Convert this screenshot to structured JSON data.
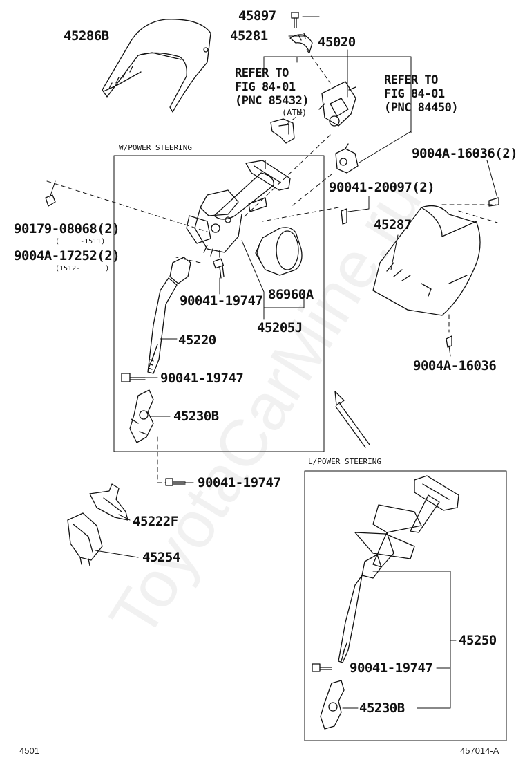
{
  "labels": {
    "p45897": "45897",
    "p45281": "45281",
    "p45286b": "45286B",
    "p45020": "45020",
    "refer_left": "REFER TO\nFIG 84-01\n(PNC 85432)",
    "atm": "(ATM)",
    "refer_right": "REFER TO\nFIG 84-01\n(PNC 84450)",
    "p9004a_16036_2": "9004A-16036(2)",
    "p90041_20097_2": "90041-20097(2)",
    "p45287": "45287",
    "p90179_08068_2": "90179-08068(2)",
    "range_1": "(     -1511)",
    "p9004a_17252_2": "9004A-17252(2)",
    "range_2": "(1512-      )",
    "p90041_19747_a": "90041-19747",
    "p86960a": "86960A",
    "p45205j": "45205J",
    "p45220": "45220",
    "p90041_19747_b": "90041-19747",
    "p45230b_a": "45230B",
    "p9004a_16036": "9004A-16036",
    "p90041_19747_c": "90041-19747",
    "p45222f": "45222F",
    "p45254": "45254",
    "p45250": "45250",
    "p90041_19747_d": "90041-19747",
    "p45230b_b": "45230B"
  },
  "boxes": {
    "w_power": "W/POWER STEERING",
    "l_power": "L/POWER STEERING"
  },
  "footer": {
    "left": "4501",
    "right": "457014-A"
  },
  "watermark": "ToyotaCarMine.ru"
}
